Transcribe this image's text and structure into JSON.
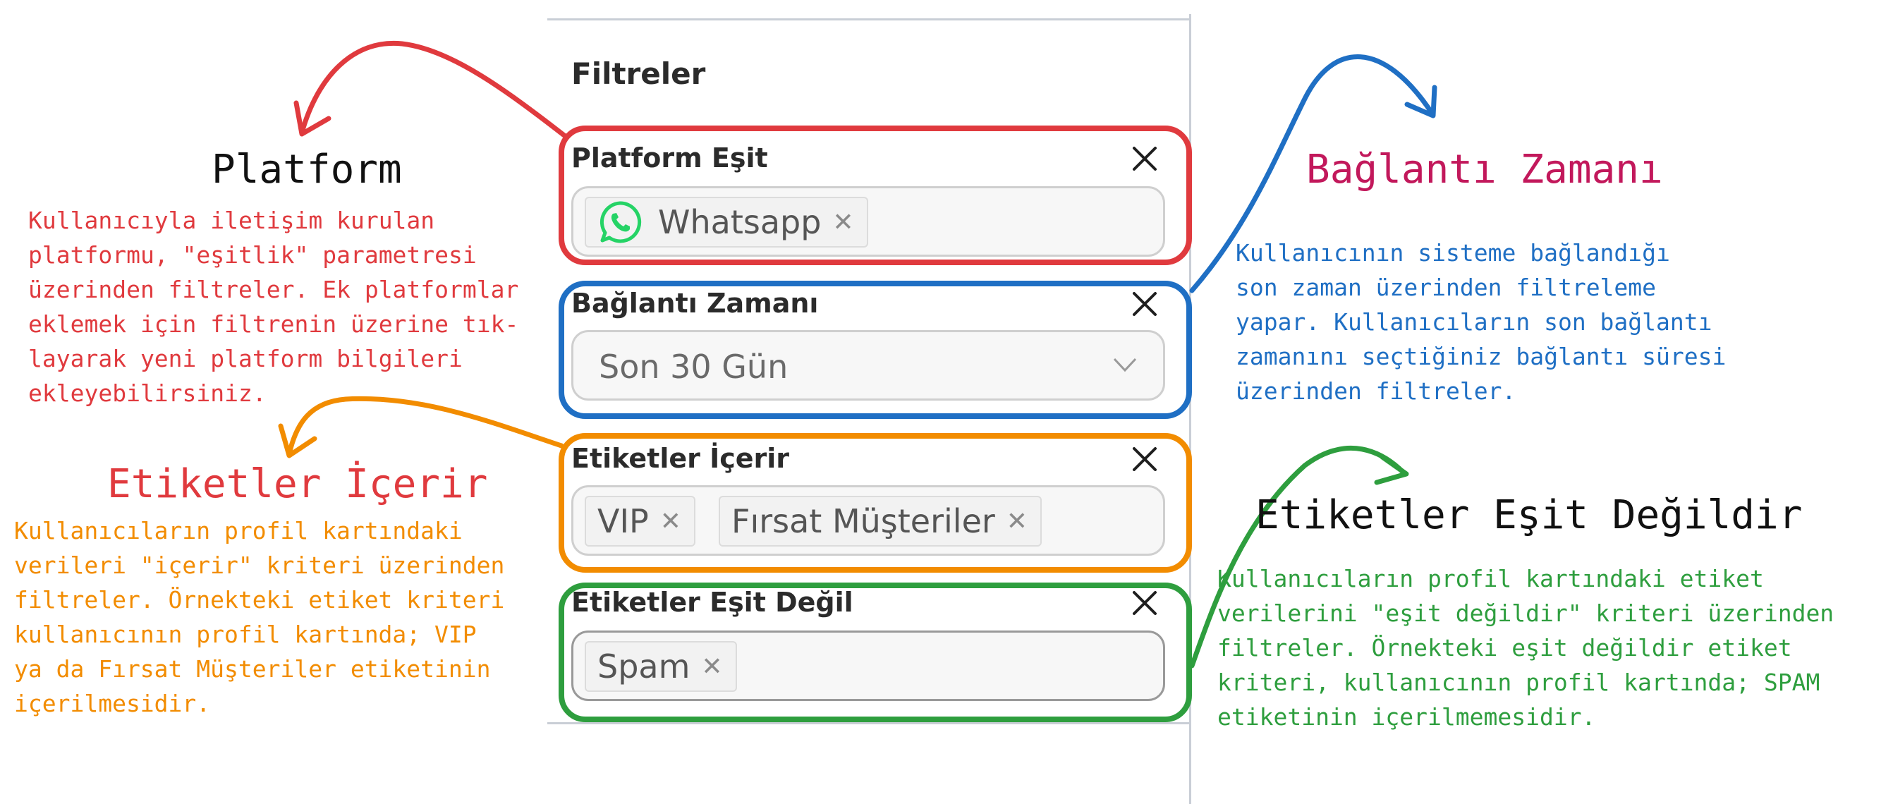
{
  "panel": {
    "title": "Filtreler",
    "filters": [
      {
        "label": "Platform Eşit",
        "chips": [
          {
            "text": "Whatsapp",
            "icon": "whatsapp-icon"
          }
        ]
      },
      {
        "label": "Bağlantı Zamanı",
        "select_value": "Son 30 Gün"
      },
      {
        "label": "Etiketler İçerir",
        "chips": [
          {
            "text": "VIP"
          },
          {
            "text": "Fırsat Müşteriler"
          }
        ]
      },
      {
        "label": "Etiketler Eşit Değil",
        "chips": [
          {
            "text": "Spam"
          }
        ]
      }
    ]
  },
  "annotations": {
    "platform": {
      "title": "Platform",
      "lines": [
        "Kullanıcıyla iletişim kurulan",
        "platformu, \"eşitlik\" parametresi",
        "üzerinden filtreler. Ek platformlar",
        "eklemek için filtrenin üzerine tık-",
        "layarak yeni platform bilgileri",
        "ekleyebilirsiniz."
      ]
    },
    "baglanti": {
      "title": "Bağlantı Zamanı",
      "lines": [
        "Kullanıcının sisteme bağlandığı",
        "son zaman üzerinden filtreleme",
        "yapar. Kullanıcıların son bağlantı",
        "zamanını seçtiğiniz bağlantı süresi",
        "üzerinden filtreler."
      ]
    },
    "icerir": {
      "title": "Etiketler İçerir",
      "lines": [
        "Kullanıcıların profil kartındaki",
        "verileri \"içerir\" kriteri üzerinden",
        "filtreler. Örnekteki etiket kriteri",
        "kullanıcının profil kartında; VIP",
        "ya da Fırsat Müşteriler etiketinin",
        "içerilmesidir."
      ]
    },
    "esit_degil": {
      "title": "Etiketler Eşit Değildir",
      "lines": [
        "Kullanıcıların profil kartındaki  etiket",
        "verilerini \"eşit değildir\" kriteri üzerinden",
        "filtreler. Örnekteki eşit değildir etiket",
        "kriteri, kullanıcının profil kartında; SPAM",
        "etiketinin içerilmemesidir."
      ]
    }
  },
  "colors": {
    "red": "#e03a3e",
    "blue": "#1f6fc4",
    "orange": "#f28c00",
    "green": "#2e9e3e",
    "magenta": "#c2185b",
    "whatsapp": "#25d366"
  }
}
